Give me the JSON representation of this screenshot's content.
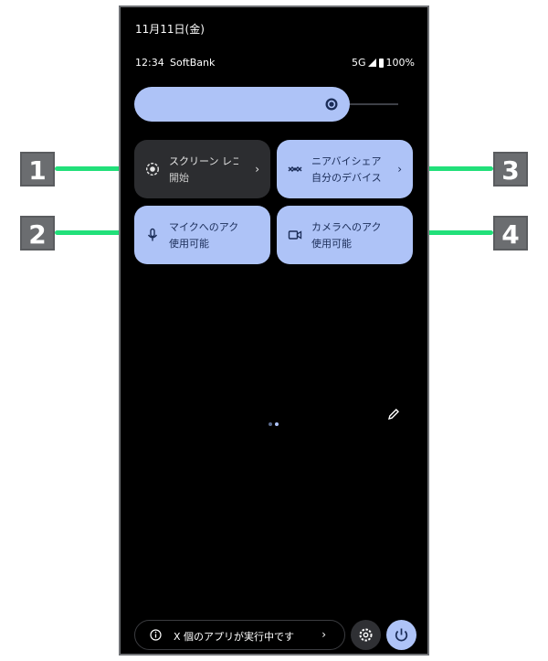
{
  "status": {
    "date": "11月11日(金)",
    "time": "12:34",
    "carrier": "SoftBank",
    "network": "5G",
    "battery": "100%"
  },
  "brightness": {
    "level": 0.9
  },
  "tiles": [
    {
      "title": "スクリーン レコ",
      "subtitle": "開始",
      "icon": "screen-record-icon"
    },
    {
      "title": "ニアバイシェア",
      "subtitle": "自分のデバイス",
      "icon": "nearby-share-icon"
    },
    {
      "title": "マイクへのアクセ",
      "subtitle": "使用可能",
      "icon": "microphone-icon"
    },
    {
      "title": "カメラへのアクセ",
      "subtitle": "使用可能",
      "icon": "camera-icon"
    }
  ],
  "chevron": "›",
  "footer": {
    "running_apps": "X 個のアプリが実行中です"
  },
  "callouts": [
    "1",
    "2",
    "3",
    "4"
  ],
  "colors": {
    "accent": "#aec3f7",
    "tile_inactive": "#2c2d30",
    "callout_line": "#22e07a",
    "callout_box": "#6b6d70"
  }
}
